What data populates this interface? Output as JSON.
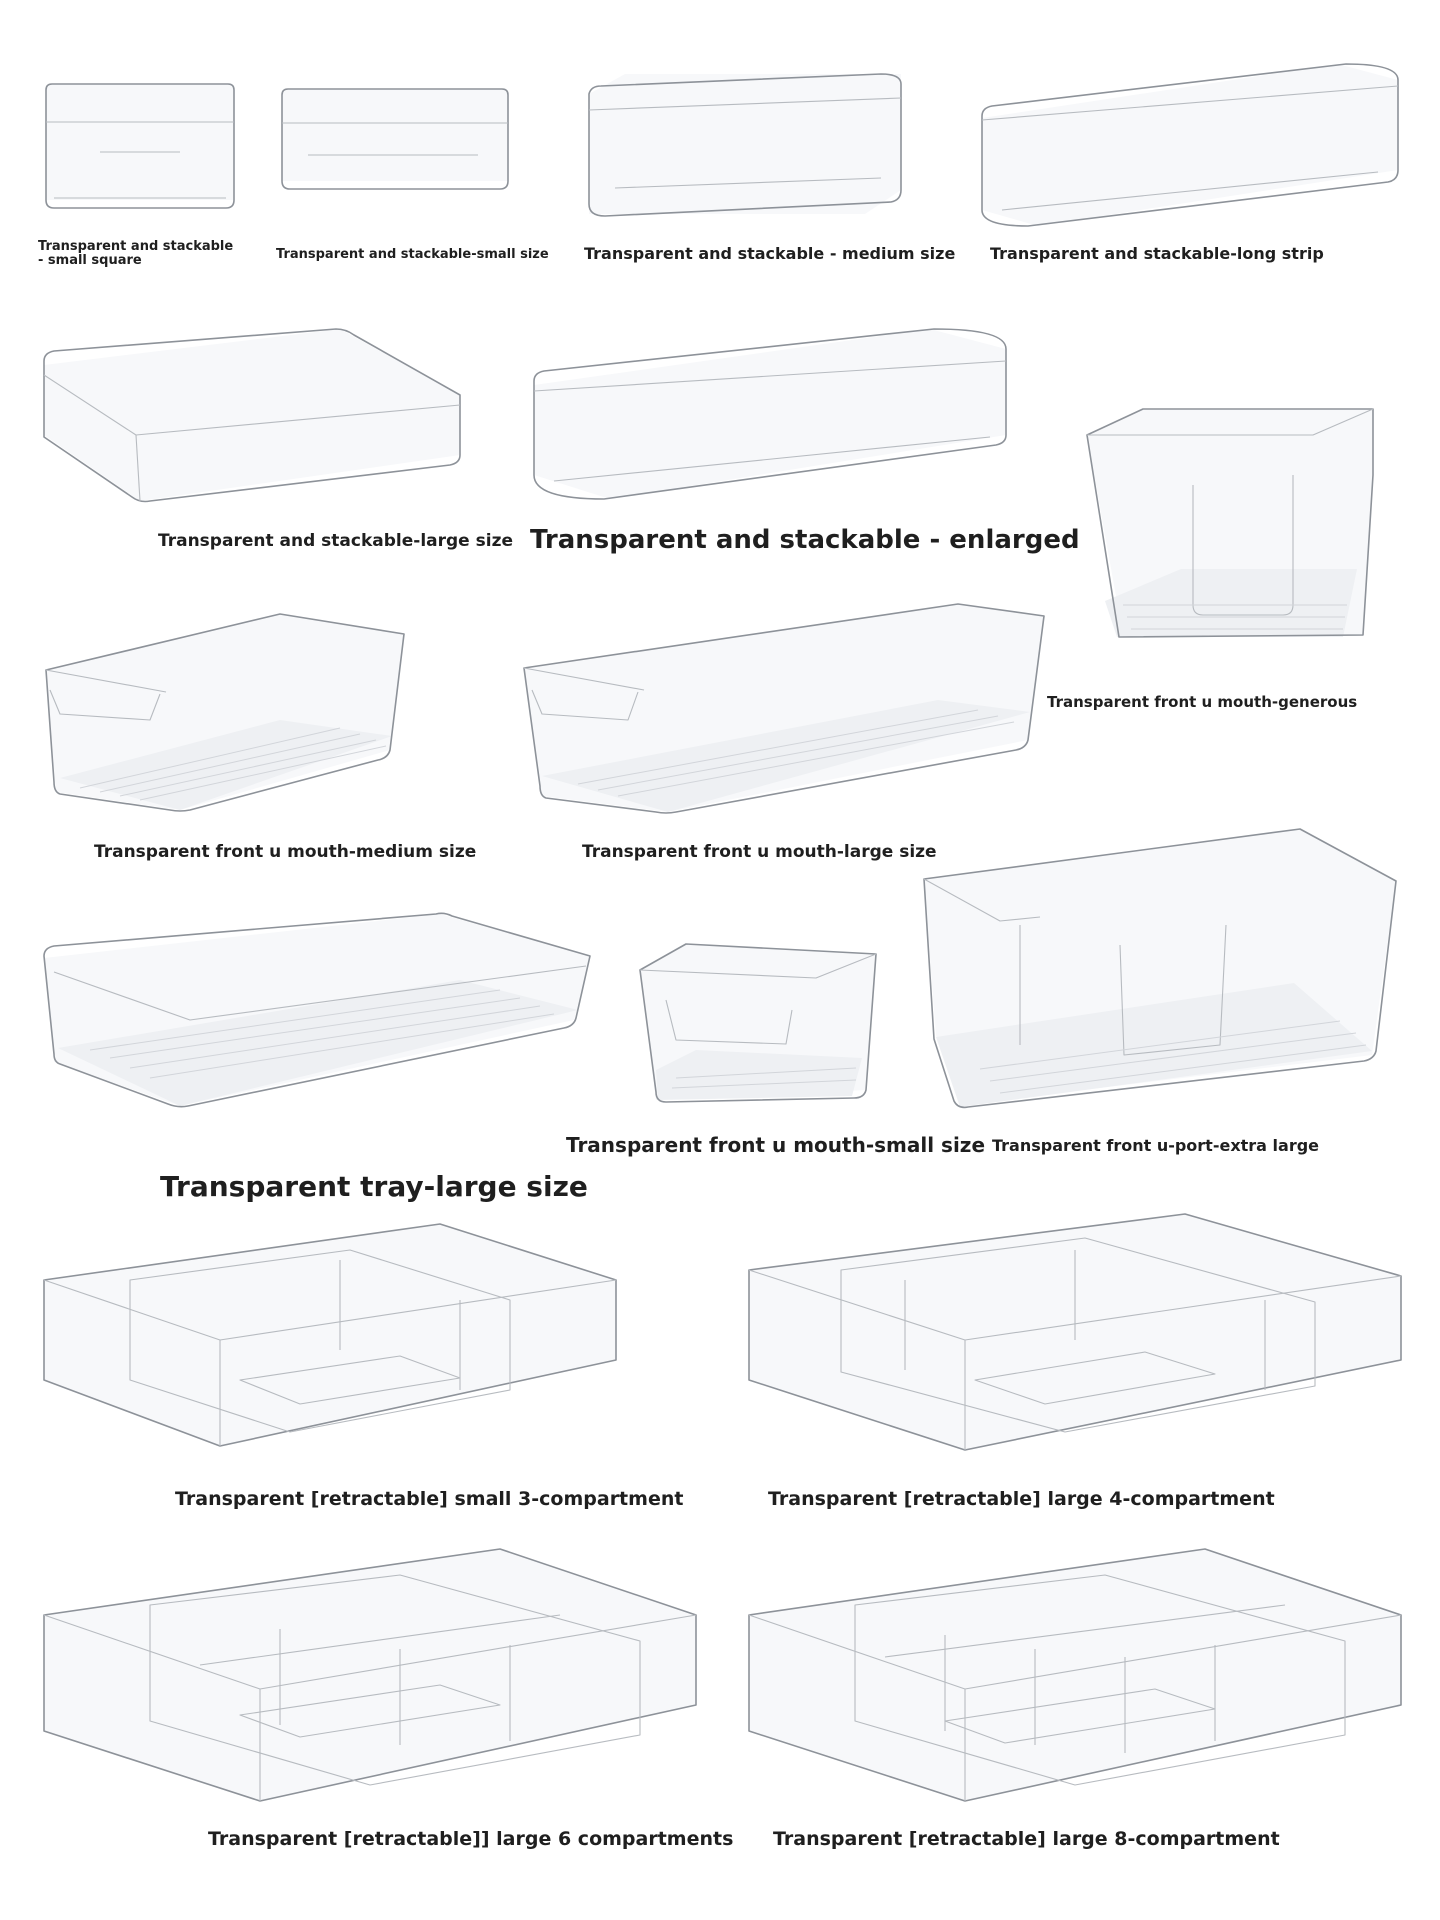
{
  "products": [
    {
      "id": "small-square",
      "label": "Transparent and stackable - small square"
    },
    {
      "id": "small-size",
      "label": "Transparent and stackable-small size"
    },
    {
      "id": "medium-size",
      "label": "Transparent and stackable - medium size"
    },
    {
      "id": "long-strip",
      "label": "Transparent and stackable-long strip"
    },
    {
      "id": "large-size",
      "label": "Transparent and stackable-large size"
    },
    {
      "id": "enlarged",
      "label": "Transparent and stackable - enlarged"
    },
    {
      "id": "u-mouth-generous",
      "label": "Transparent front u mouth-generous"
    },
    {
      "id": "u-mouth-medium",
      "label": "Transparent front u mouth-medium size"
    },
    {
      "id": "u-mouth-large",
      "label": "Transparent front u mouth-large size"
    },
    {
      "id": "u-mouth-small",
      "label": "Transparent front u mouth-small size"
    },
    {
      "id": "u-port-extra-large",
      "label": "Transparent front u-port-extra large"
    },
    {
      "id": "tray-large",
      "label": "Transparent tray-large size"
    },
    {
      "id": "retractable-small-3",
      "label": "Transparent [retractable] small 3-compartment"
    },
    {
      "id": "retractable-large-4",
      "label": "Transparent [retractable] large 4-compartment"
    },
    {
      "id": "retractable-large-6",
      "label": "Transparent [retractable]] large 6 compartments"
    },
    {
      "id": "retractable-large-8",
      "label": "Transparent [retractable] large 8-compartment"
    }
  ]
}
